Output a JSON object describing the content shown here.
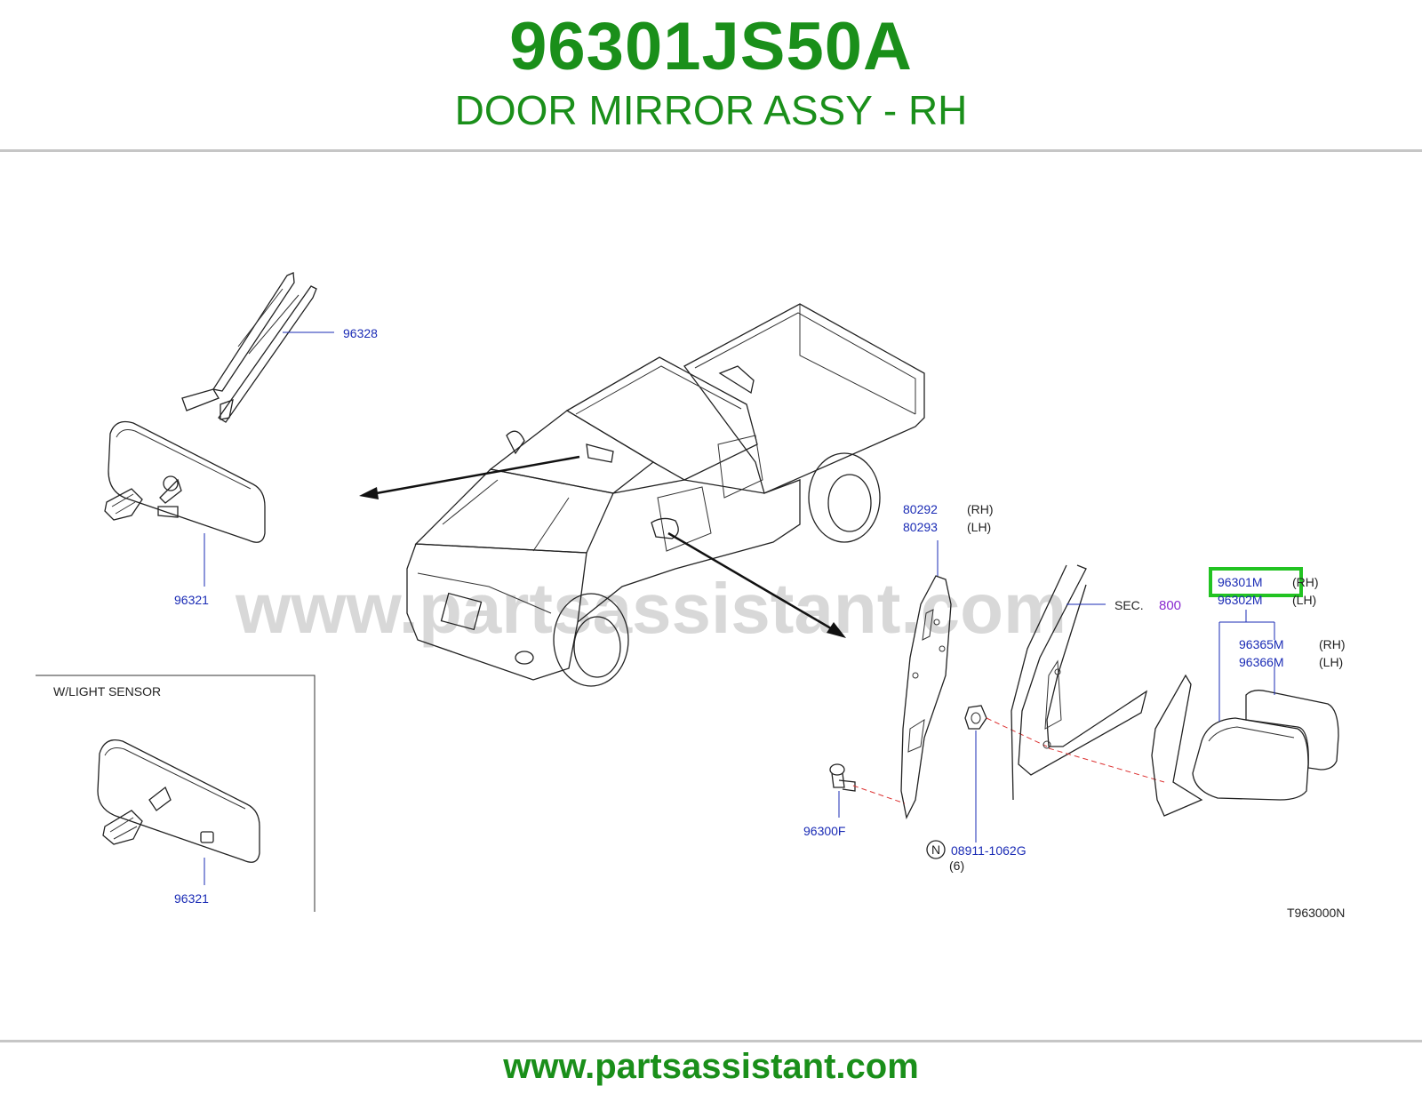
{
  "header": {
    "part_number": "96301JS50A",
    "description": "DOOR MIRROR ASSY - RH"
  },
  "footer": {
    "url": "www.partsassistant.com"
  },
  "watermark": "www.partsassistant.com",
  "colors": {
    "brand_green": "#1a8f1a",
    "callout_blue": "#1a2bb5",
    "highlight_green": "#22c322",
    "section_purple": "#8a2bd0"
  },
  "diagram": {
    "diagram_code": "T963000N",
    "variant_note": "W/LIGHT   SENSOR",
    "callouts": {
      "p96328": "96328",
      "p96321_a": "96321",
      "p96321_b": "96321",
      "p80292": "80292",
      "p80292_side": "(RH)",
      "p80293": "80293",
      "p80293_side": "(LH)",
      "p96301m": "96301M",
      "p96301m_side": "(RH)",
      "p96302m": "96302M",
      "p96302m_side": "(LH)",
      "p96365m": "96365M",
      "p96365m_side": "(RH)",
      "p96366m": "96366M",
      "p96366m_side": "(LH)",
      "p96300f": "96300F",
      "p08911": "08911-1062G",
      "p08911_symbol": "N",
      "p08911_qty": "(6)",
      "sec_prefix": "SEC.",
      "sec_number": "800"
    }
  }
}
